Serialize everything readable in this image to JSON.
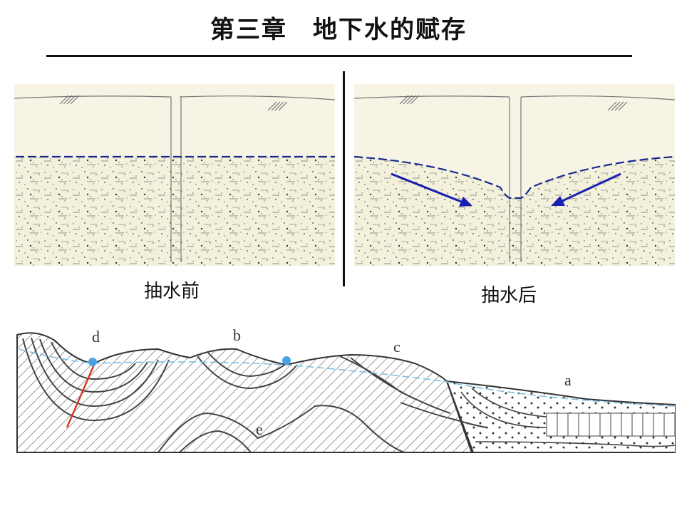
{
  "slide": {
    "title": "第三章　地下水的赋存",
    "caption_before": "抽水前",
    "caption_after": "抽水后"
  },
  "geology_labels": {
    "d": "d",
    "b": "b",
    "c": "c",
    "a": "a",
    "e": "e"
  },
  "colors": {
    "sky": "#f7f4e6",
    "sand": "#f3f0dc",
    "water_table": "#1a2a8c",
    "flow_arrow": "#1820b0",
    "spring": "#4aa3e0",
    "fault": "#d63a2a",
    "text": "#111111"
  },
  "icons": [
    "ground-hatch-icon",
    "spring-icon",
    "flow-arrow-icon"
  ]
}
